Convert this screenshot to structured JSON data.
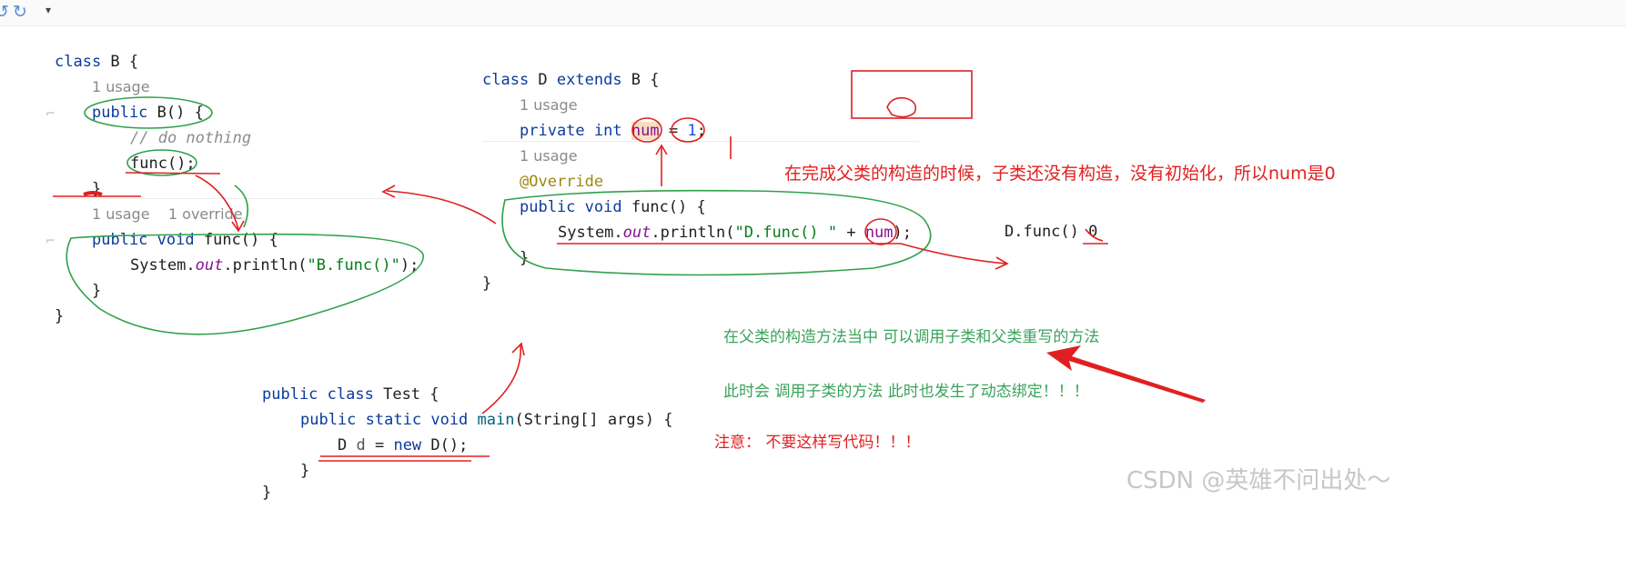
{
  "toolbar": {
    "undo_icon": "undo-icon",
    "redo_icon": "redo-icon",
    "dropdown_glyph": "▾"
  },
  "class_b": {
    "header": [
      "class",
      " B {"
    ],
    "ctor_usage": "1 usage",
    "ctor_line": [
      "public",
      " B() {"
    ],
    "comment": "// do nothing",
    "call": "func();",
    "close1": "}",
    "method_usage": "1 usage    1 override",
    "method_line": [
      "public",
      " ",
      "void",
      " func() {"
    ],
    "print_pre": "System.",
    "print_out": "out",
    "print_mid": ".println(",
    "print_str": "\"B.func()\"",
    "print_end": ");",
    "close2": "}",
    "close3": "}"
  },
  "class_d": {
    "header": [
      "class",
      " D ",
      "extends",
      " B {"
    ],
    "field_usage": "1 usage",
    "field_line": [
      "private",
      " ",
      "int",
      " ",
      "num",
      " = ",
      "1",
      ";"
    ],
    "method_usage": "1 usage",
    "override": "@Override",
    "method_line": [
      "public",
      " ",
      "void",
      " func() {"
    ],
    "print_pre": "System.",
    "print_out": "out",
    "print_mid": ".println(",
    "print_str": "\"D.func() \"",
    "print_plus": " + ",
    "print_var": "num",
    "print_end": ");",
    "close1": "}",
    "close2": "}"
  },
  "class_test": {
    "header": [
      "public",
      " ",
      "class",
      " Test {"
    ],
    "main_line": [
      "public",
      " ",
      "static",
      " ",
      "void",
      " ",
      "main",
      "(String[] args) {"
    ],
    "new_line": [
      "D ",
      "d",
      " = ",
      "new",
      " D();"
    ],
    "close1": "}",
    "close2": "}"
  },
  "output": {
    "text": "D.func() 0"
  },
  "annotations": {
    "red_note": "在完成父类的构造的时候，子类还没有构造，没有初始化，所以num是0",
    "green_note1": "在父类的构造方法当中 可以调用子类和父类重写的方法",
    "green_note2": "此时会 调用子类的方法     此时也发生了动态绑定！！！",
    "warning_note": "注意：  不要这样写代码！！！"
  },
  "watermark": "CSDN @英雄不问出处～",
  "colors": {
    "ink_red": "#e02020",
    "ink_green": "#2fa14a",
    "keyword": "#0b3b9c",
    "string": "#067d17",
    "field": "#871094"
  }
}
